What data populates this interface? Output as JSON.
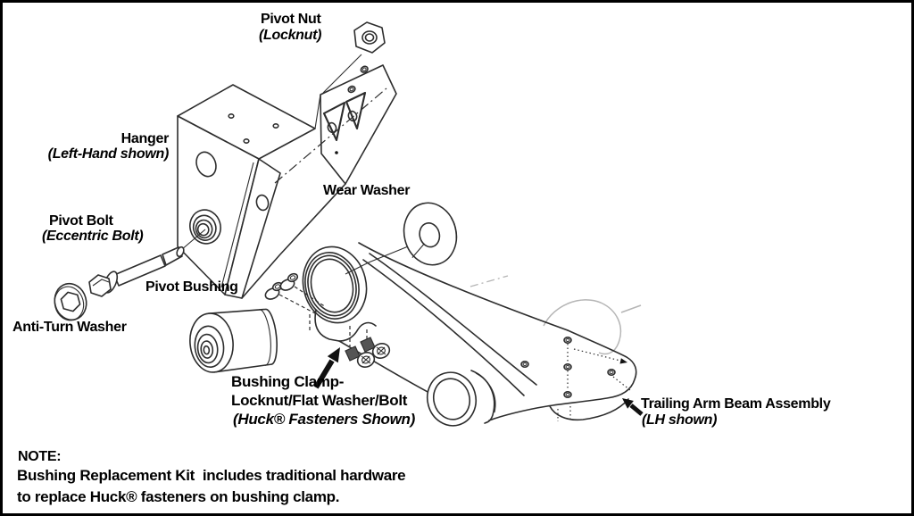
{
  "figure": {
    "kind": "exploded-parts-diagram",
    "background": "#ffffff",
    "border_color": "#000000",
    "line_color": "#2d2d2d",
    "ghost_line_color": "#b5b5b5",
    "text_color": "#000000"
  },
  "labels": {
    "pivot_nut": {
      "title": "Pivot Nut",
      "subtitle": "(Locknut)"
    },
    "hanger": {
      "title": "Hanger",
      "subtitle": "(Left-Hand shown)"
    },
    "pivot_bolt": {
      "title": "Pivot Bolt",
      "subtitle": "(Eccentric Bolt)"
    },
    "anti_turn_washer": {
      "title": "Anti-Turn Washer"
    },
    "pivot_bushing": {
      "title": "Pivot Bushing"
    },
    "wear_washer": {
      "title": "Wear Washer"
    },
    "bushing_clamp": {
      "line1": "Bushing Clamp-",
      "line2": "Locknut/Flat Washer/Bolt",
      "subtitle": "(Huck® Fasteners Shown)"
    },
    "trailing_arm": {
      "title": "Trailing Arm Beam Assembly",
      "subtitle": "(LH shown)"
    }
  },
  "note": {
    "heading": "NOTE:",
    "line1": "Bushing Replacement Kit  includes traditional hardware",
    "line2": "to replace Huck® fasteners on bushing clamp."
  }
}
